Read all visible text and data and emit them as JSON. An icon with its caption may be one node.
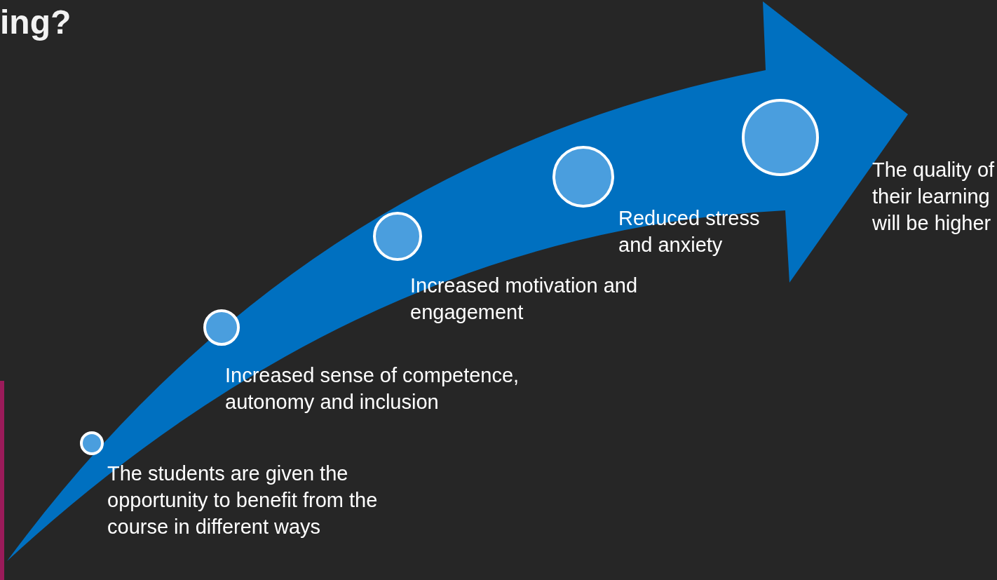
{
  "diagram": {
    "title": "ing?",
    "nodes": [
      {
        "text": [],
        "shape": "circle",
        "beside": [
          "The students are given the opportunity to benefit from the course in different ways"
        ]
      },
      {
        "text": [],
        "shape": "circle",
        "beside": [
          "Increased sense of competence, autonomy and inclusion"
        ]
      },
      {
        "text": [],
        "shape": "circle",
        "beside": [
          "Increased motivation and engagement"
        ]
      },
      {
        "text": [],
        "shape": "circle",
        "beside": [
          "Reduced stress and anxiety"
        ]
      },
      {
        "text": [],
        "shape": "circle",
        "beside": [
          "The quality of their learning will be higher"
        ]
      }
    ]
  }
}
